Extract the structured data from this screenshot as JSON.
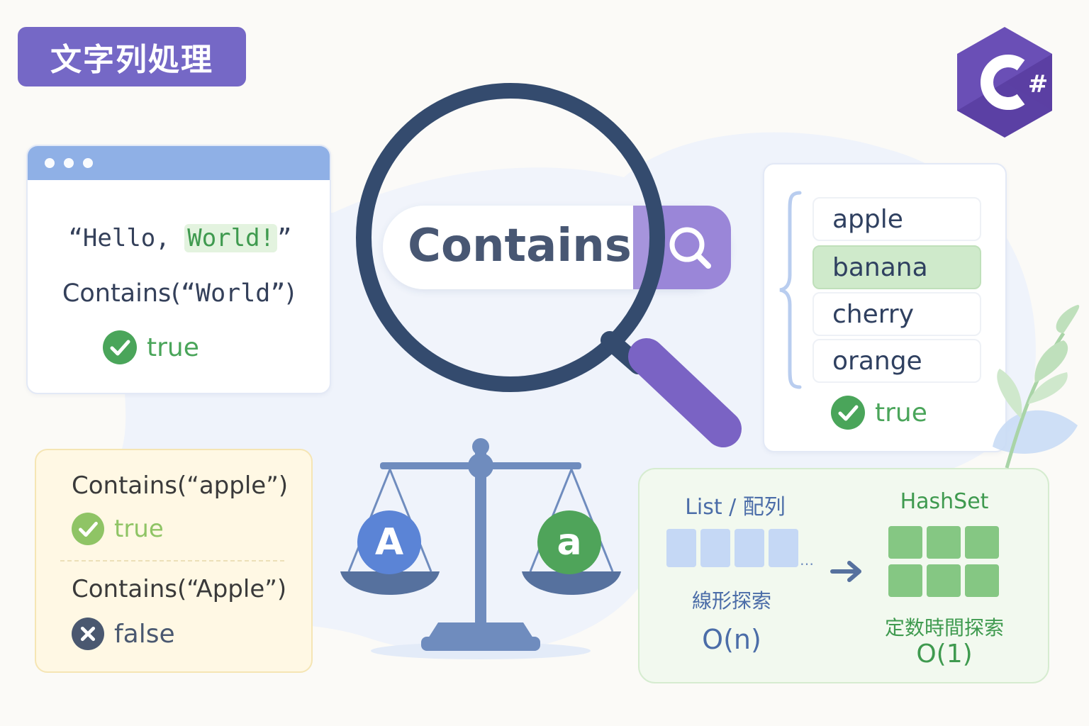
{
  "title": "文字列処理",
  "logo": {
    "mark": "#",
    "name": "csharp-logo"
  },
  "colors": {
    "accent_purple": "#7568c6",
    "navy": "#2f4060",
    "green": "#4aa55a",
    "blue": "#5b84d6",
    "panel_yellow": "#fff8e4",
    "panel_green": "#f2f9ef"
  },
  "search": {
    "word": "Contains",
    "icon": "search-icon"
  },
  "browser_card": {
    "code_open": "“Hello, ",
    "code_highlight": "World!",
    "code_close": "”",
    "call_prefix": "Contains(",
    "call_arg": "“World”",
    "call_suffix": ")",
    "result": "true"
  },
  "list_card": {
    "items": [
      "apple",
      "banana",
      "cherry",
      "orange"
    ],
    "highlighted": "banana",
    "result": "true"
  },
  "case_card": {
    "call1": "Contains(“apple”)",
    "result1": "true",
    "call2": "Contains(“Apple”)",
    "result2": "false"
  },
  "scale": {
    "left_letter": "A",
    "right_letter": "a"
  },
  "complexity": {
    "list_title": "List / 配列",
    "list_method": "線形探索",
    "list_big_o": "O(n)",
    "ellipsis": "…",
    "hashset_title": "HashSet",
    "hashset_method": "定数時間探索",
    "hashset_big_o": "O(1)"
  }
}
